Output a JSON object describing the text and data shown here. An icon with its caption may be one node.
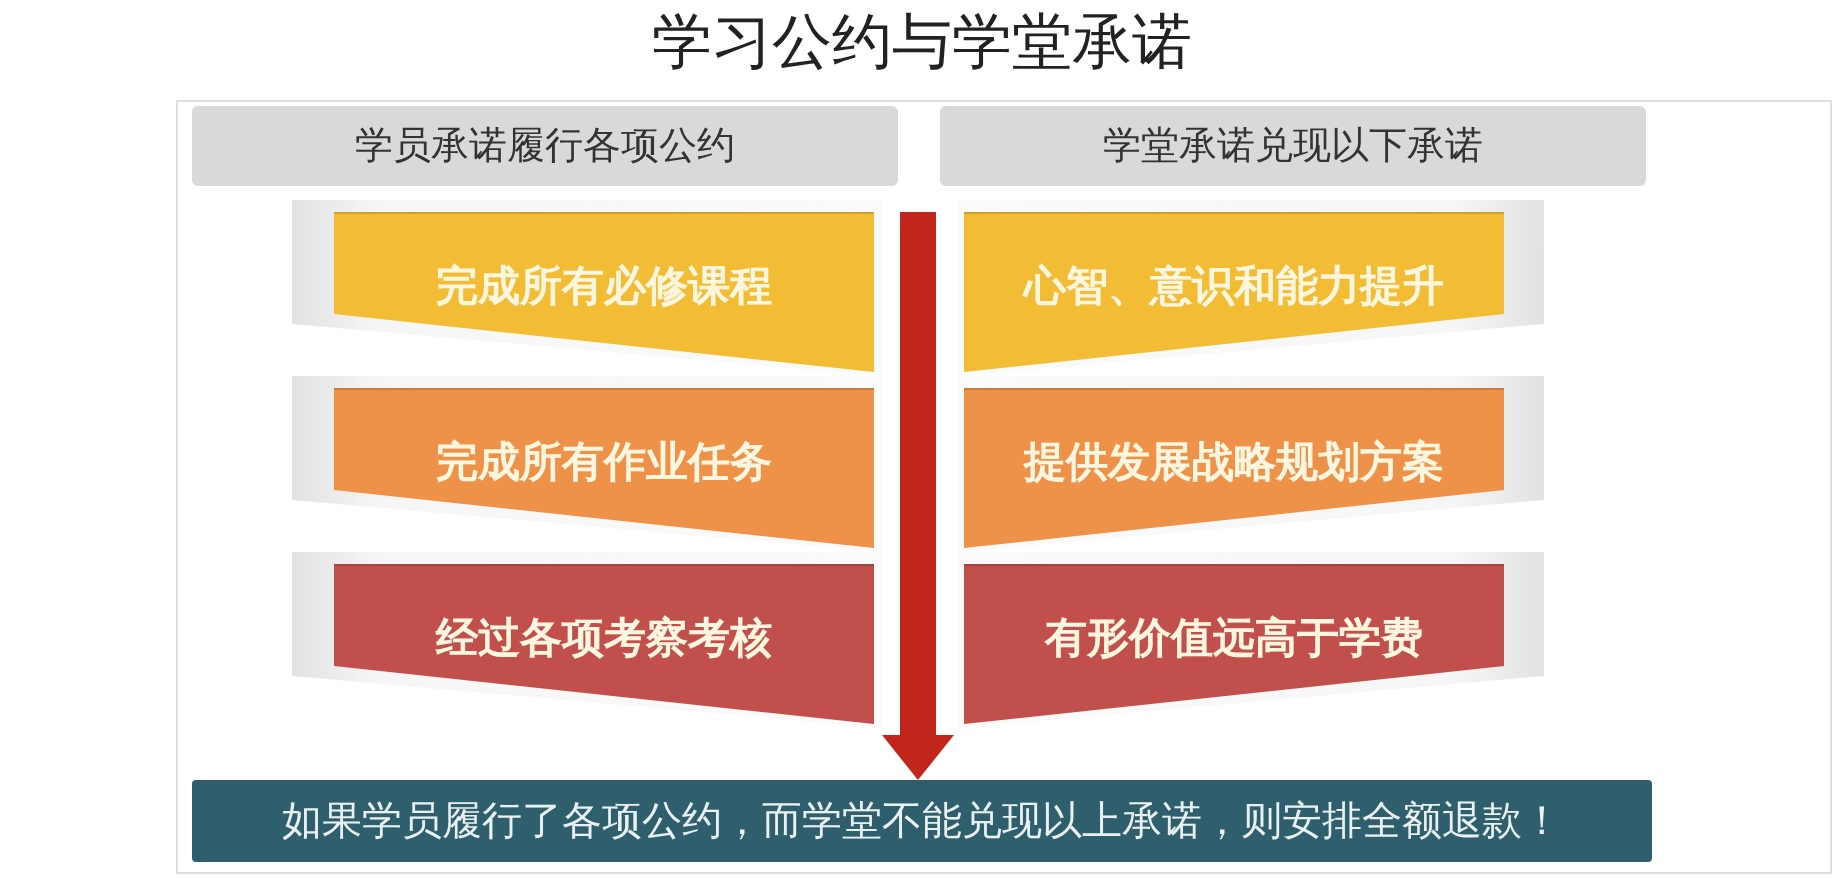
{
  "diagram": {
    "title": "学习公约与学堂承诺",
    "nodes": [
      {
        "text": [
          "学员承诺履行各项公约"
        ]
      },
      {
        "text": [
          "学堂承诺兑现以下承诺"
        ]
      },
      {
        "text": [
          "完成所有必修课程"
        ]
      },
      {
        "text": [
          "心智、意识和能力提升"
        ]
      },
      {
        "text": [
          "完成所有作业任务"
        ]
      },
      {
        "text": [
          "提供发展战略规划方案"
        ]
      },
      {
        "text": [
          "经过各项考察考核"
        ]
      },
      {
        "text": [
          "有形价值远高于学费"
        ]
      },
      {
        "text": [
          "如果学员履行了各项公约，而学堂不能兑现以上承诺，则安排全额退款！"
        ]
      }
    ],
    "edges": [
      {
        "from": null,
        "to": 8,
        "arrow": "to"
      }
    ]
  }
}
